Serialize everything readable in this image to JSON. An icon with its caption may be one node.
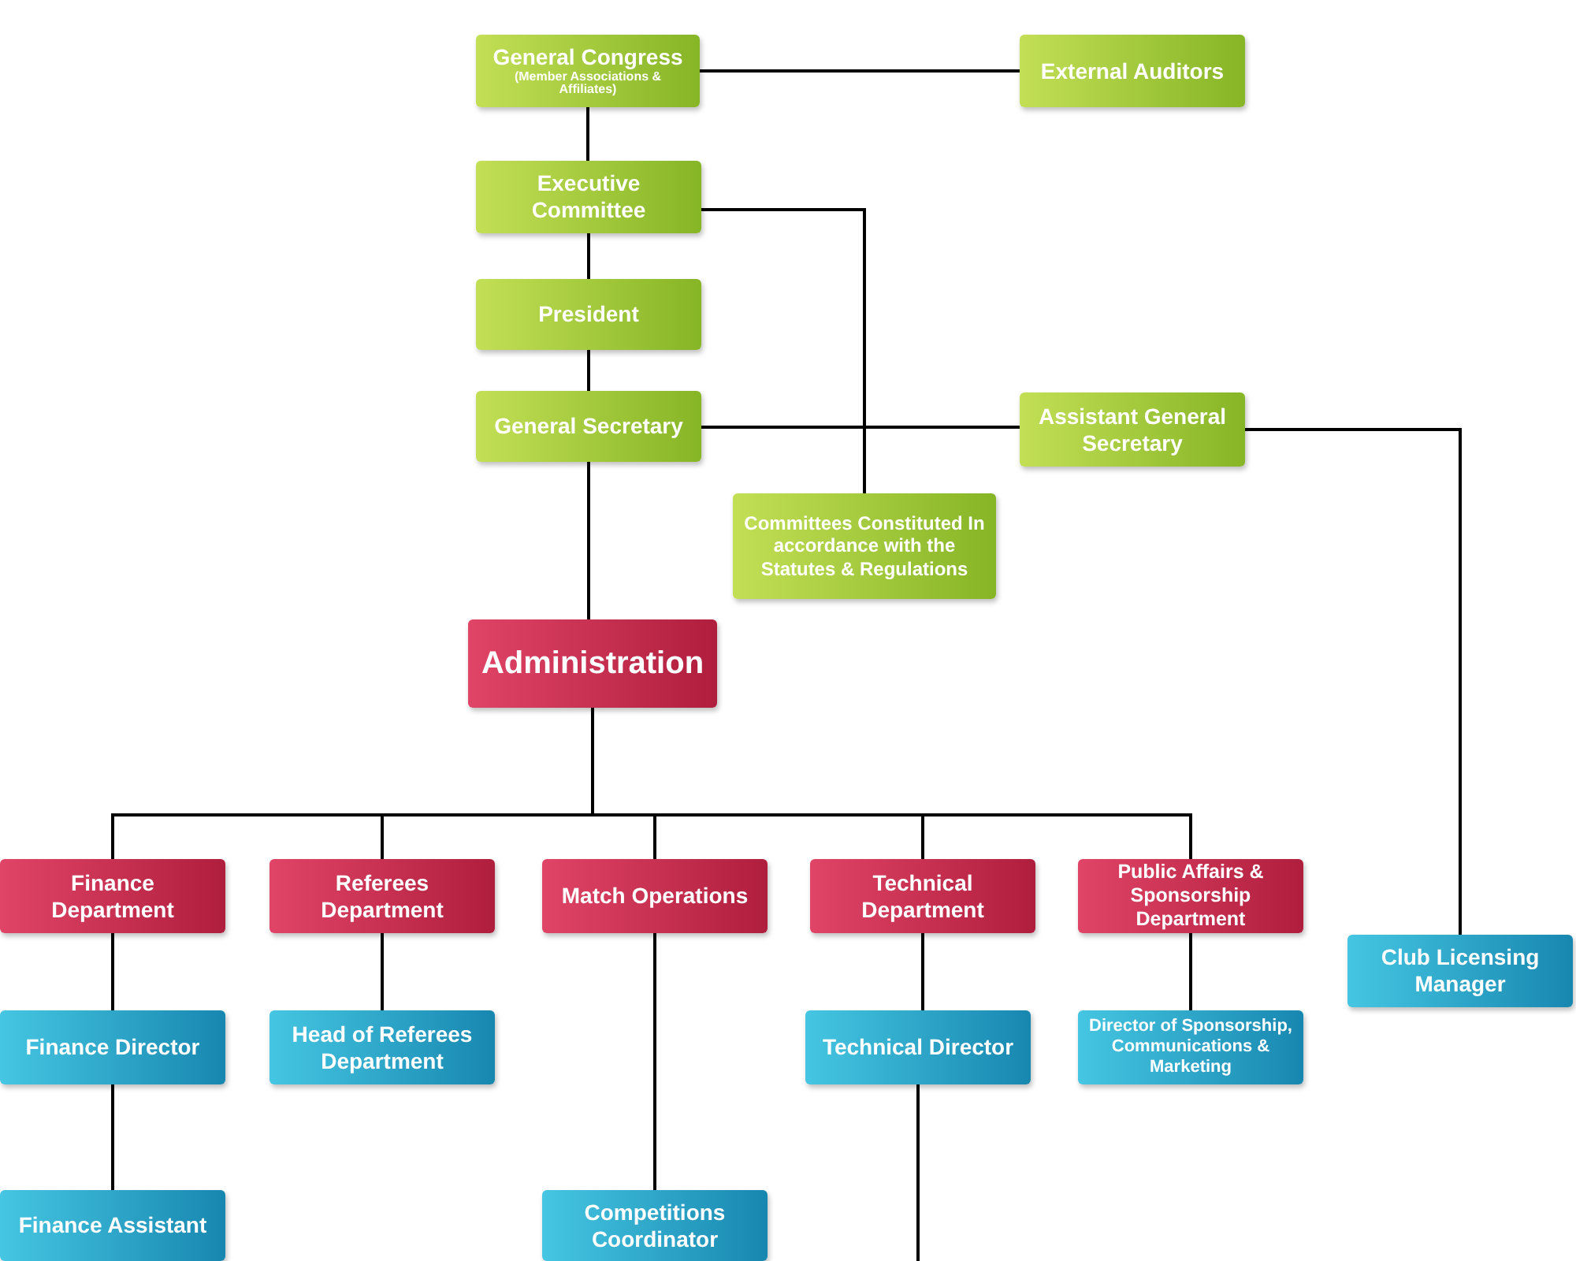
{
  "diagram": {
    "nodes": [
      {
        "text": [
          "General Congress",
          "(Member Associations & Affiliates)"
        ]
      },
      {
        "text": [
          "External Auditors"
        ]
      },
      {
        "text": [
          "Executive Committee"
        ]
      },
      {
        "text": [
          "President"
        ]
      },
      {
        "text": [
          "General Secretary"
        ]
      },
      {
        "text": [
          "Assistant General Secretary"
        ]
      },
      {
        "text": [
          "Committees Constituted In accordance with the Statutes & Regulations"
        ]
      },
      {
        "text": [
          "Administration"
        ]
      },
      {
        "text": [
          "Finance Department"
        ]
      },
      {
        "text": [
          "Referees Department"
        ]
      },
      {
        "text": [
          "Match Operations"
        ]
      },
      {
        "text": [
          "Technical Department"
        ]
      },
      {
        "text": [
          "Public Affairs & Sponsorship Department"
        ]
      },
      {
        "text": [
          "Club Licensing Manager"
        ]
      },
      {
        "text": [
          "Finance Director"
        ]
      },
      {
        "text": [
          "Head of Referees Department"
        ]
      },
      {
        "text": [
          "Technical Director"
        ]
      },
      {
        "text": [
          "Director of Sponsorship, Communications & Marketing"
        ]
      },
      {
        "text": [
          "Finance Assistant"
        ]
      },
      {
        "text": [
          "Competitions Coordinator"
        ]
      }
    ],
    "edges": [
      {
        "from": 0,
        "to": 1,
        "arrow": "none"
      },
      {
        "from": 0,
        "to": 2,
        "arrow": "none"
      },
      {
        "from": 2,
        "to": 3,
        "arrow": "none"
      },
      {
        "from": 2,
        "to": 6,
        "arrow": "none"
      },
      {
        "from": 3,
        "to": 4,
        "arrow": "none"
      },
      {
        "from": 4,
        "to": 5,
        "arrow": "none"
      },
      {
        "from": 5,
        "to": 13,
        "arrow": "none"
      },
      {
        "from": 4,
        "to": 7,
        "arrow": "none"
      },
      {
        "from": 7,
        "to": 8,
        "arrow": "none"
      },
      {
        "from": 7,
        "to": 9,
        "arrow": "none"
      },
      {
        "from": 7,
        "to": 10,
        "arrow": "none"
      },
      {
        "from": 7,
        "to": 11,
        "arrow": "none"
      },
      {
        "from": 7,
        "to": 12,
        "arrow": "none"
      },
      {
        "from": 8,
        "to": 14,
        "arrow": "none"
      },
      {
        "from": 9,
        "to": 15,
        "arrow": "none"
      },
      {
        "from": 10,
        "to": 19,
        "arrow": "none"
      },
      {
        "from": 11,
        "to": 16,
        "arrow": "none"
      },
      {
        "from": 12,
        "to": 17,
        "arrow": "none"
      },
      {
        "from": 14,
        "to": 18,
        "arrow": "none"
      },
      {
        "from": 16,
        "to": null,
        "arrow": "none"
      }
    ]
  }
}
